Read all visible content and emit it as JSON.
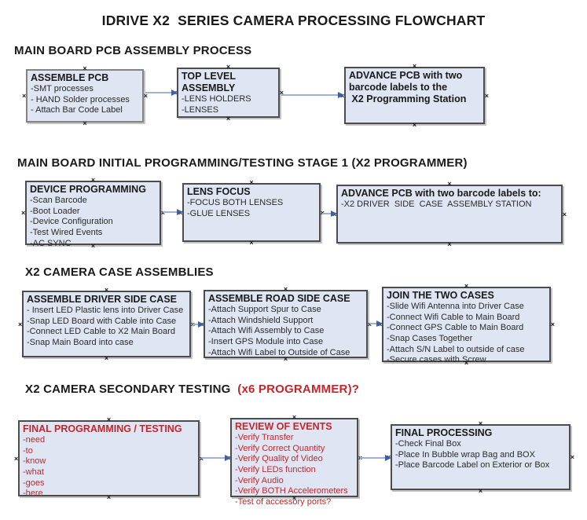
{
  "title": "IDRIVE X2  SERIES CAMERA PROCESSING FLOWCHART",
  "colors": {
    "box_fill": "#dfe5f2",
    "box_border": "#4c4c4c",
    "red": "#c8252b",
    "arrow_line": "#9fb2cf",
    "arrow_head": "#3c5fa6"
  },
  "handle_glyph": "×",
  "sections": [
    {
      "header": "MAIN BOARD PCB ASSEMBLY PROCESS",
      "boxes": [
        {
          "title": "ASSEMBLE PCB",
          "items": [
            "-SMT processes",
            "- HAND Solder processes",
            "- Attach Bar Code Label"
          ]
        },
        {
          "title": "TOP LEVEL ASSEMBLY",
          "items": [
            "-LENS HOLDERS",
            "-LENSES"
          ]
        },
        {
          "title": "ADVANCE PCB with two barcode labels to the",
          "items": [
            " X2 Programming Station"
          ]
        }
      ]
    },
    {
      "header": "MAIN BOARD INITIAL PROGRAMMING/TESTING STAGE 1 (X2 PROGRAMMER)",
      "boxes": [
        {
          "title": "DEVICE PROGRAMMING",
          "items": [
            "-Scan Barcode",
            "-Boot Loader",
            "-Device Configuration",
            "-Test Wired Events",
            "-AC SYNC"
          ]
        },
        {
          "title": "LENS FOCUS",
          "items": [
            "-FOCUS BOTH LENSES",
            "-GLUE LENSES"
          ]
        },
        {
          "title": "ADVANCE PCB with two barcode labels to:",
          "items": [
            "-X2 DRIVER  SIDE  CASE  ASSEMBLY STATION"
          ]
        }
      ]
    },
    {
      "header": "X2 CAMERA CASE ASSEMBLIES",
      "boxes": [
        {
          "title": "ASSEMBLE DRIVER SIDE CASE",
          "items": [
            "- Insert LED Plastic lens into Driver Case",
            "-Snap LED Board with Cable into Case",
            "-Connect LED Cable to X2 Main Board",
            "-Snap Main Board into case"
          ]
        },
        {
          "title": "ASSEMBLE ROAD SIDE CASE",
          "items": [
            "-Attach Support Spur to Case",
            "-Attach Windshield Support",
            "-Attach Wifi Assembly to Case",
            "-Insert GPS Module into Case",
            "-Attach Wifi Label to Outside of Case"
          ]
        },
        {
          "title": "JOIN THE TWO CASES",
          "items": [
            "-Slide Wifi Antenna into Driver Case",
            "-Connect Wifi Cable to Main Board",
            "-Connect GPS Cable to Main Board",
            "-Snap Cases Together",
            "-Attach S/N Label to outside of case",
            "-Secure cases with Screw"
          ]
        }
      ]
    },
    {
      "header": "X2 CAMERA SECONDARY TESTING  ",
      "header_suffix": "(x6 PROGRAMMER)?",
      "boxes": [
        {
          "title": "FINAL PROGRAMMING / TESTING",
          "items": [
            "-need",
            "-to",
            "-know",
            "-what",
            "-goes",
            "-here"
          ]
        },
        {
          "title": "REVIEW OF EVENTS",
          "items": [
            "-Verify Transfer",
            "-Verify Correct Quantity",
            "-Verify Quality of Video",
            "-Verify LEDs function",
            "-Verify Audio",
            "-Verify BOTH Accelerometers",
            "-Test of accessory ports?"
          ]
        },
        {
          "title": "FINAL PROCESSING",
          "items": [
            "-Check Final Box",
            "-Place In Bubble wrap Bag and BOX",
            "-Place Barcode Label on Exterior or Box"
          ]
        }
      ]
    }
  ]
}
